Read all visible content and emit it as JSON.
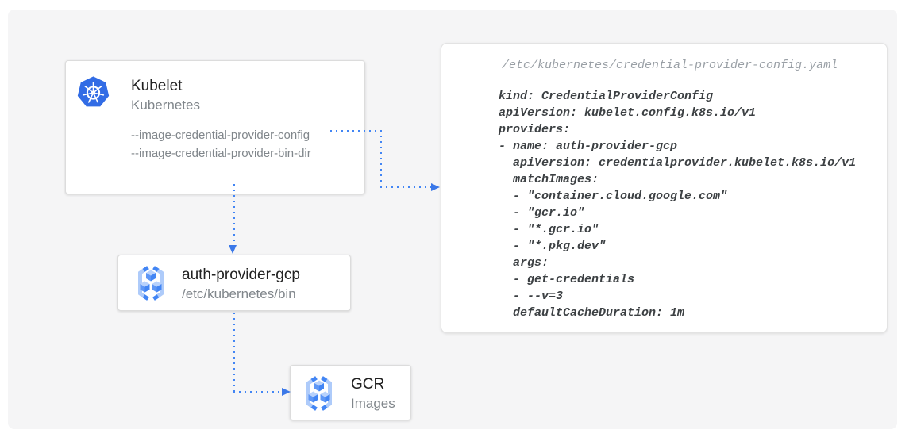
{
  "colors": {
    "accent_blue": "#4285f4",
    "arrowhead_blue": "#3b78e8",
    "kubernetes_blue": "#326ce5",
    "gcr_bracket_light": "#aecbfa",
    "gcr_bracket_dark": "#4285f4",
    "gcr_cube_top": "#b8d2fc",
    "gcr_cube_left": "#5e97f6",
    "gcr_cube_right": "#4285f4",
    "title_text": "#212121",
    "secondary_text": "#80868b",
    "code_text": "#3c4043",
    "code_filename_text": "#9aa0a6",
    "canvas_bg": "#f5f5f6"
  },
  "nodes": {
    "kubelet": {
      "title": "Kubelet",
      "subtitle": "Kubernetes",
      "icon": "kubernetes-icon",
      "flags": [
        "--image-credential-provider-config",
        "--image-credential-provider-bin-dir"
      ]
    },
    "auth_provider": {
      "title": "auth-provider-gcp",
      "subtitle": "/etc/kubernetes/bin",
      "icon": "gcr-icon"
    },
    "gcr": {
      "title": "GCR",
      "subtitle": "Images",
      "icon": "gcr-icon"
    }
  },
  "code_panel": {
    "filename": "/etc/kubernetes/credential-provider-config.yaml",
    "code": "kind: CredentialProviderConfig\napiVersion: kubelet.config.k8s.io/v1\nproviders:\n- name: auth-provider-gcp\n  apiVersion: credentialprovider.kubelet.k8s.io/v1\n  matchImages:\n  - \"container.cloud.google.com\"\n  - \"gcr.io\"\n  - \"*.gcr.io\"\n  - \"*.pkg.dev\"\n  args:\n  - get-credentials\n  - --v=3\n  defaultCacheDuration: 1m"
  }
}
